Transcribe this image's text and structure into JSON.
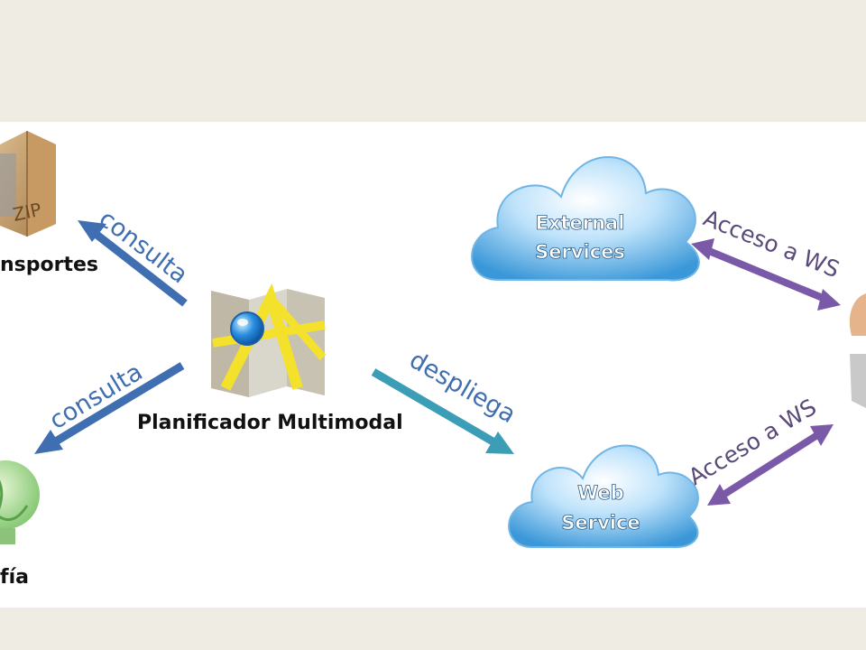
{
  "nodes": {
    "transportes_label": "nsportes",
    "planner_label": "Planificador Multimodal",
    "geo_label": "fía",
    "external_line1": "External",
    "external_line2": "Services",
    "webservice_line1": "Web",
    "webservice_line2": "Service",
    "zip_text": "ZIP"
  },
  "edges": {
    "consulta_top": "consulta",
    "consulta_bottom": "consulta",
    "despliega": "despliega",
    "acceso_top": "Acceso a WS",
    "acceso_bottom": "Acceso a WS"
  },
  "colors": {
    "background": "#efede3",
    "panel": "#ffffff",
    "arrow_blue": "#3f6fb0",
    "arrow_teal": "#3c9db6",
    "arrow_purple": "#7a5aa8",
    "edge_label_blue": "#3f6fb0",
    "edge_label_purple": "#5a4a7a",
    "cloud_blue": "#5fb0e8"
  }
}
